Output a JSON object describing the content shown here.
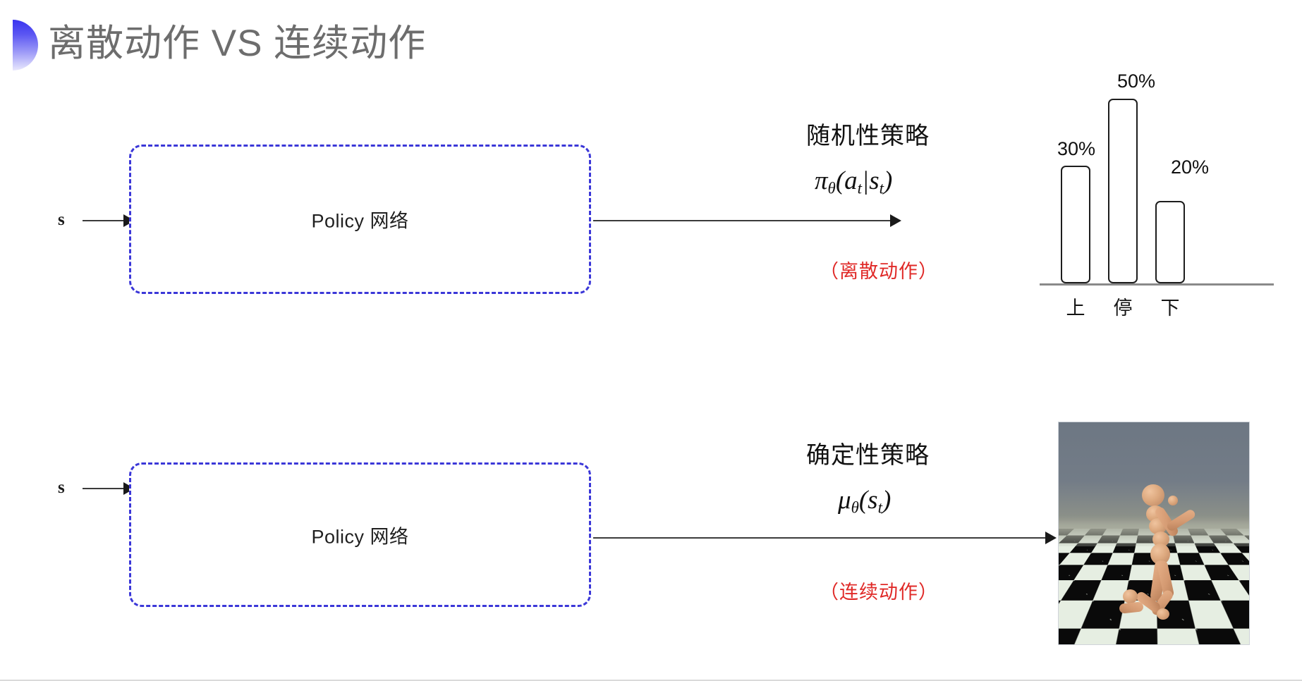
{
  "slide": {
    "title": "离散动作 VS 连续动作",
    "bullet_gradient_from": "#3a34ef",
    "bullet_gradient_to": "#e9e8fd",
    "background": "#ffffff"
  },
  "rows": [
    {
      "state_label": "s",
      "box_label": "Policy 网络",
      "policy_title": "随机性策略",
      "policy_formula_pi": "π",
      "policy_formula_theta": "θ",
      "policy_formula_args": "(a",
      "policy_formula_t1": "t",
      "policy_formula_mid": "|s",
      "policy_formula_t2": "t",
      "policy_formula_close": ")",
      "action_note": "（离散动作）",
      "action_note_color": "#e02a28",
      "output_kind": "bar-chart"
    },
    {
      "state_label": "s",
      "box_label": "Policy 网络",
      "policy_title": "确定性策略",
      "policy_formula_mu": "μ",
      "policy_formula_theta": "θ",
      "policy_formula_args": "(s",
      "policy_formula_t1": "t",
      "policy_formula_close": ")",
      "action_note": "（连续动作）",
      "action_note_color": "#e02a28",
      "output_kind": "humanoid-simulation"
    }
  ],
  "chart_data": {
    "type": "bar",
    "title": "",
    "categories": [
      "上",
      "停",
      "下"
    ],
    "values": [
      30,
      50,
      20
    ],
    "value_labels": [
      "30%",
      "50%",
      "20%"
    ],
    "xlabel": "",
    "ylabel": "",
    "ylim": [
      0,
      60
    ],
    "grid": false,
    "legend": "none",
    "bar_style": "outlined-rounded",
    "bar_stroke": "#1d1d1d",
    "bar_fill": "#ffffff",
    "axis_color": "#8a8a8a"
  },
  "simulation": {
    "name": "humanoid-mujoco-frame",
    "sky_color": "#6c7683",
    "floor_pattern": "checkerboard",
    "figure_color": "#d49a72"
  }
}
